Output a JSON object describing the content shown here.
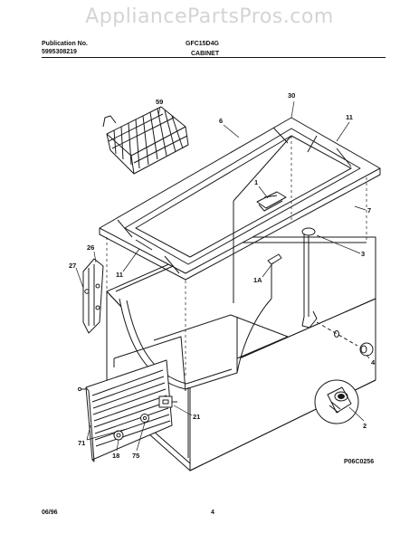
{
  "watermark": "AppliancePartsPros.com",
  "header": {
    "publication_label": "Publication No.",
    "publication_number": "5995308219",
    "model": "GFC15D4G",
    "section": "CABINET"
  },
  "callouts": {
    "c59": "59",
    "c30": "30",
    "c6": "6",
    "c11a": "11",
    "c1": "1",
    "c7": "7",
    "c3": "3",
    "c26": "26",
    "c27": "27",
    "c11b": "11",
    "c1a": "1A",
    "c4": "4",
    "c21": "21",
    "c71": "71",
    "c2": "2",
    "c18": "18",
    "c75": "75"
  },
  "diagram_code": "P06C0256",
  "footer": {
    "date": "06/96",
    "page": "4"
  },
  "colors": {
    "line": "#1a1a1a",
    "watermark": "#d4d4d4"
  }
}
